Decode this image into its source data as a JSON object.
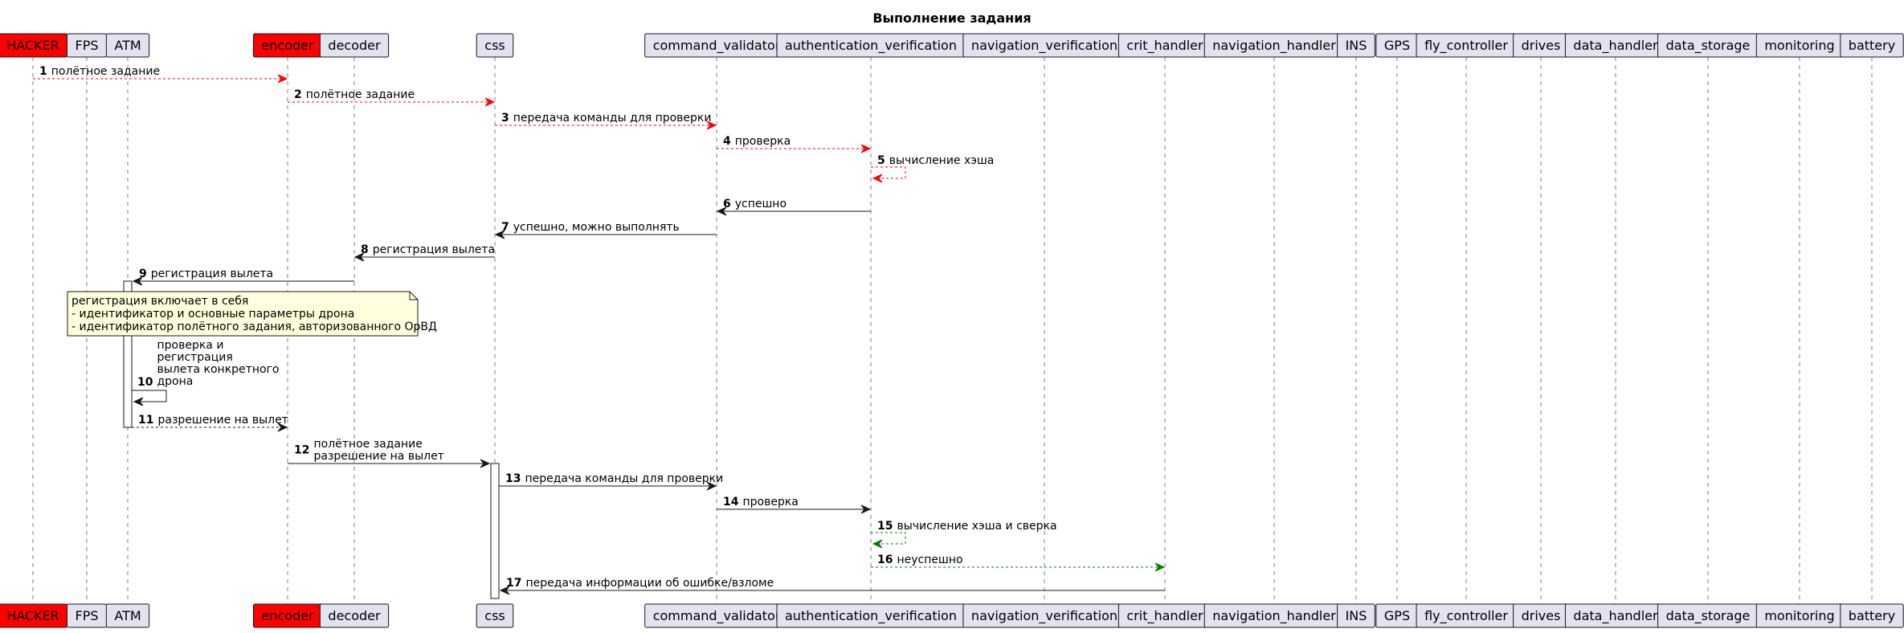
{
  "title": "Выполнение задания",
  "participants": [
    {
      "id": "HACKER",
      "label": "HACKER",
      "color": "#FF0000"
    },
    {
      "id": "FPS",
      "label": "FPS",
      "color": "#E2E2F0"
    },
    {
      "id": "ATM",
      "label": "ATM",
      "color": "#E2E2F0"
    },
    {
      "id": "encoder",
      "label": "encoder",
      "color": "#FF0000"
    },
    {
      "id": "decoder",
      "label": "decoder",
      "color": "#E2E2F0"
    },
    {
      "id": "css",
      "label": "css",
      "color": "#E2E2F0"
    },
    {
      "id": "command_validator",
      "label": "command_validator",
      "color": "#E2E2F0"
    },
    {
      "id": "authentication_verification",
      "label": "authentication_verification",
      "color": "#E2E2F0"
    },
    {
      "id": "navigation_verification",
      "label": "navigation_verification",
      "color": "#E2E2F0"
    },
    {
      "id": "crit_handler",
      "label": "crit_handler",
      "color": "#E2E2F0"
    },
    {
      "id": "navigation_handler",
      "label": "navigation_handler",
      "color": "#E2E2F0"
    },
    {
      "id": "INS",
      "label": "INS",
      "color": "#E2E2F0"
    },
    {
      "id": "GPS",
      "label": "GPS",
      "color": "#E2E2F0"
    },
    {
      "id": "fly_controller",
      "label": "fly_controller",
      "color": "#E2E2F0"
    },
    {
      "id": "drives",
      "label": "drives",
      "color": "#E2E2F0"
    },
    {
      "id": "data_handler",
      "label": "data_handler",
      "color": "#E2E2F0"
    },
    {
      "id": "data_storage",
      "label": "data_storage",
      "color": "#E2E2F0"
    },
    {
      "id": "monitoring",
      "label": "monitoring",
      "color": "#E2E2F0"
    },
    {
      "id": "battery",
      "label": "battery",
      "color": "#E2E2F0"
    }
  ],
  "messages": [
    {
      "num": "1",
      "from": "HACKER",
      "to": "encoder",
      "style": "dashed",
      "color": "#FF0000",
      "lines": [
        "полётное задание"
      ]
    },
    {
      "num": "2",
      "from": "encoder",
      "to": "css",
      "style": "dashed",
      "color": "#FF0000",
      "lines": [
        "полётное задание"
      ]
    },
    {
      "num": "3",
      "from": "css",
      "to": "command_validator",
      "style": "dashed",
      "color": "#FF0000",
      "lines": [
        "передача команды для проверки"
      ]
    },
    {
      "num": "4",
      "from": "command_validator",
      "to": "authentication_verification",
      "style": "dashed",
      "color": "#FF0000",
      "lines": [
        "проверка"
      ]
    },
    {
      "num": "5",
      "from": "authentication_verification",
      "to": "authentication_verification",
      "style": "dashed",
      "color": "#FF0000",
      "lines": [
        "вычисление хэша"
      ]
    },
    {
      "num": "6",
      "from": "authentication_verification",
      "to": "command_validator",
      "style": "solid",
      "color": "#181818",
      "lines": [
        "успешно"
      ]
    },
    {
      "num": "7",
      "from": "command_validator",
      "to": "css",
      "style": "solid",
      "color": "#181818",
      "lines": [
        "успешно, можно выполнять"
      ]
    },
    {
      "num": "8",
      "from": "css",
      "to": "decoder",
      "style": "solid",
      "color": "#181818",
      "lines": [
        "регистрация вылета"
      ]
    },
    {
      "num": "9",
      "from": "decoder",
      "to": "ATM",
      "style": "solid",
      "color": "#181818",
      "lines": [
        "регистрация вылета"
      ]
    },
    {
      "num": "10",
      "from": "ATM",
      "to": "ATM",
      "style": "solid",
      "color": "#181818",
      "lines": [
        "проверка и",
        "регистрация",
        "вылета конкретного",
        "дрона"
      ]
    },
    {
      "num": "11",
      "from": "ATM",
      "to": "encoder",
      "style": "dashed",
      "color": "#181818",
      "lines": [
        "разрешение на вылет"
      ]
    },
    {
      "num": "12",
      "from": "encoder",
      "to": "css",
      "style": "solid",
      "color": "#181818",
      "lines": [
        "полётное задание",
        "разрешение на вылет"
      ]
    },
    {
      "num": "13",
      "from": "css",
      "to": "command_validator",
      "style": "solid",
      "color": "#181818",
      "lines": [
        "передача команды для проверки"
      ]
    },
    {
      "num": "14",
      "from": "command_validator",
      "to": "authentication_verification",
      "style": "solid",
      "color": "#181818",
      "lines": [
        "проверка"
      ]
    },
    {
      "num": "15",
      "from": "authentication_verification",
      "to": "authentication_verification",
      "style": "dashed",
      "color": "#008000",
      "lines": [
        "вычисление хэша и сверка"
      ]
    },
    {
      "num": "16",
      "from": "authentication_verification",
      "to": "crit_handler",
      "style": "dashed",
      "color": "#008000",
      "lines": [
        "неуспешно"
      ]
    },
    {
      "num": "17",
      "from": "crit_handler",
      "to": "css",
      "style": "solid",
      "color": "#181818",
      "lines": [
        "передача информации об ошибке/взломе"
      ]
    }
  ],
  "note": {
    "lines": [
      "регистрация включает в себя",
      "- идентификатор и основные параметры дрона",
      "- идентификатор полётного задания, авторизованного ОрВД"
    ]
  }
}
